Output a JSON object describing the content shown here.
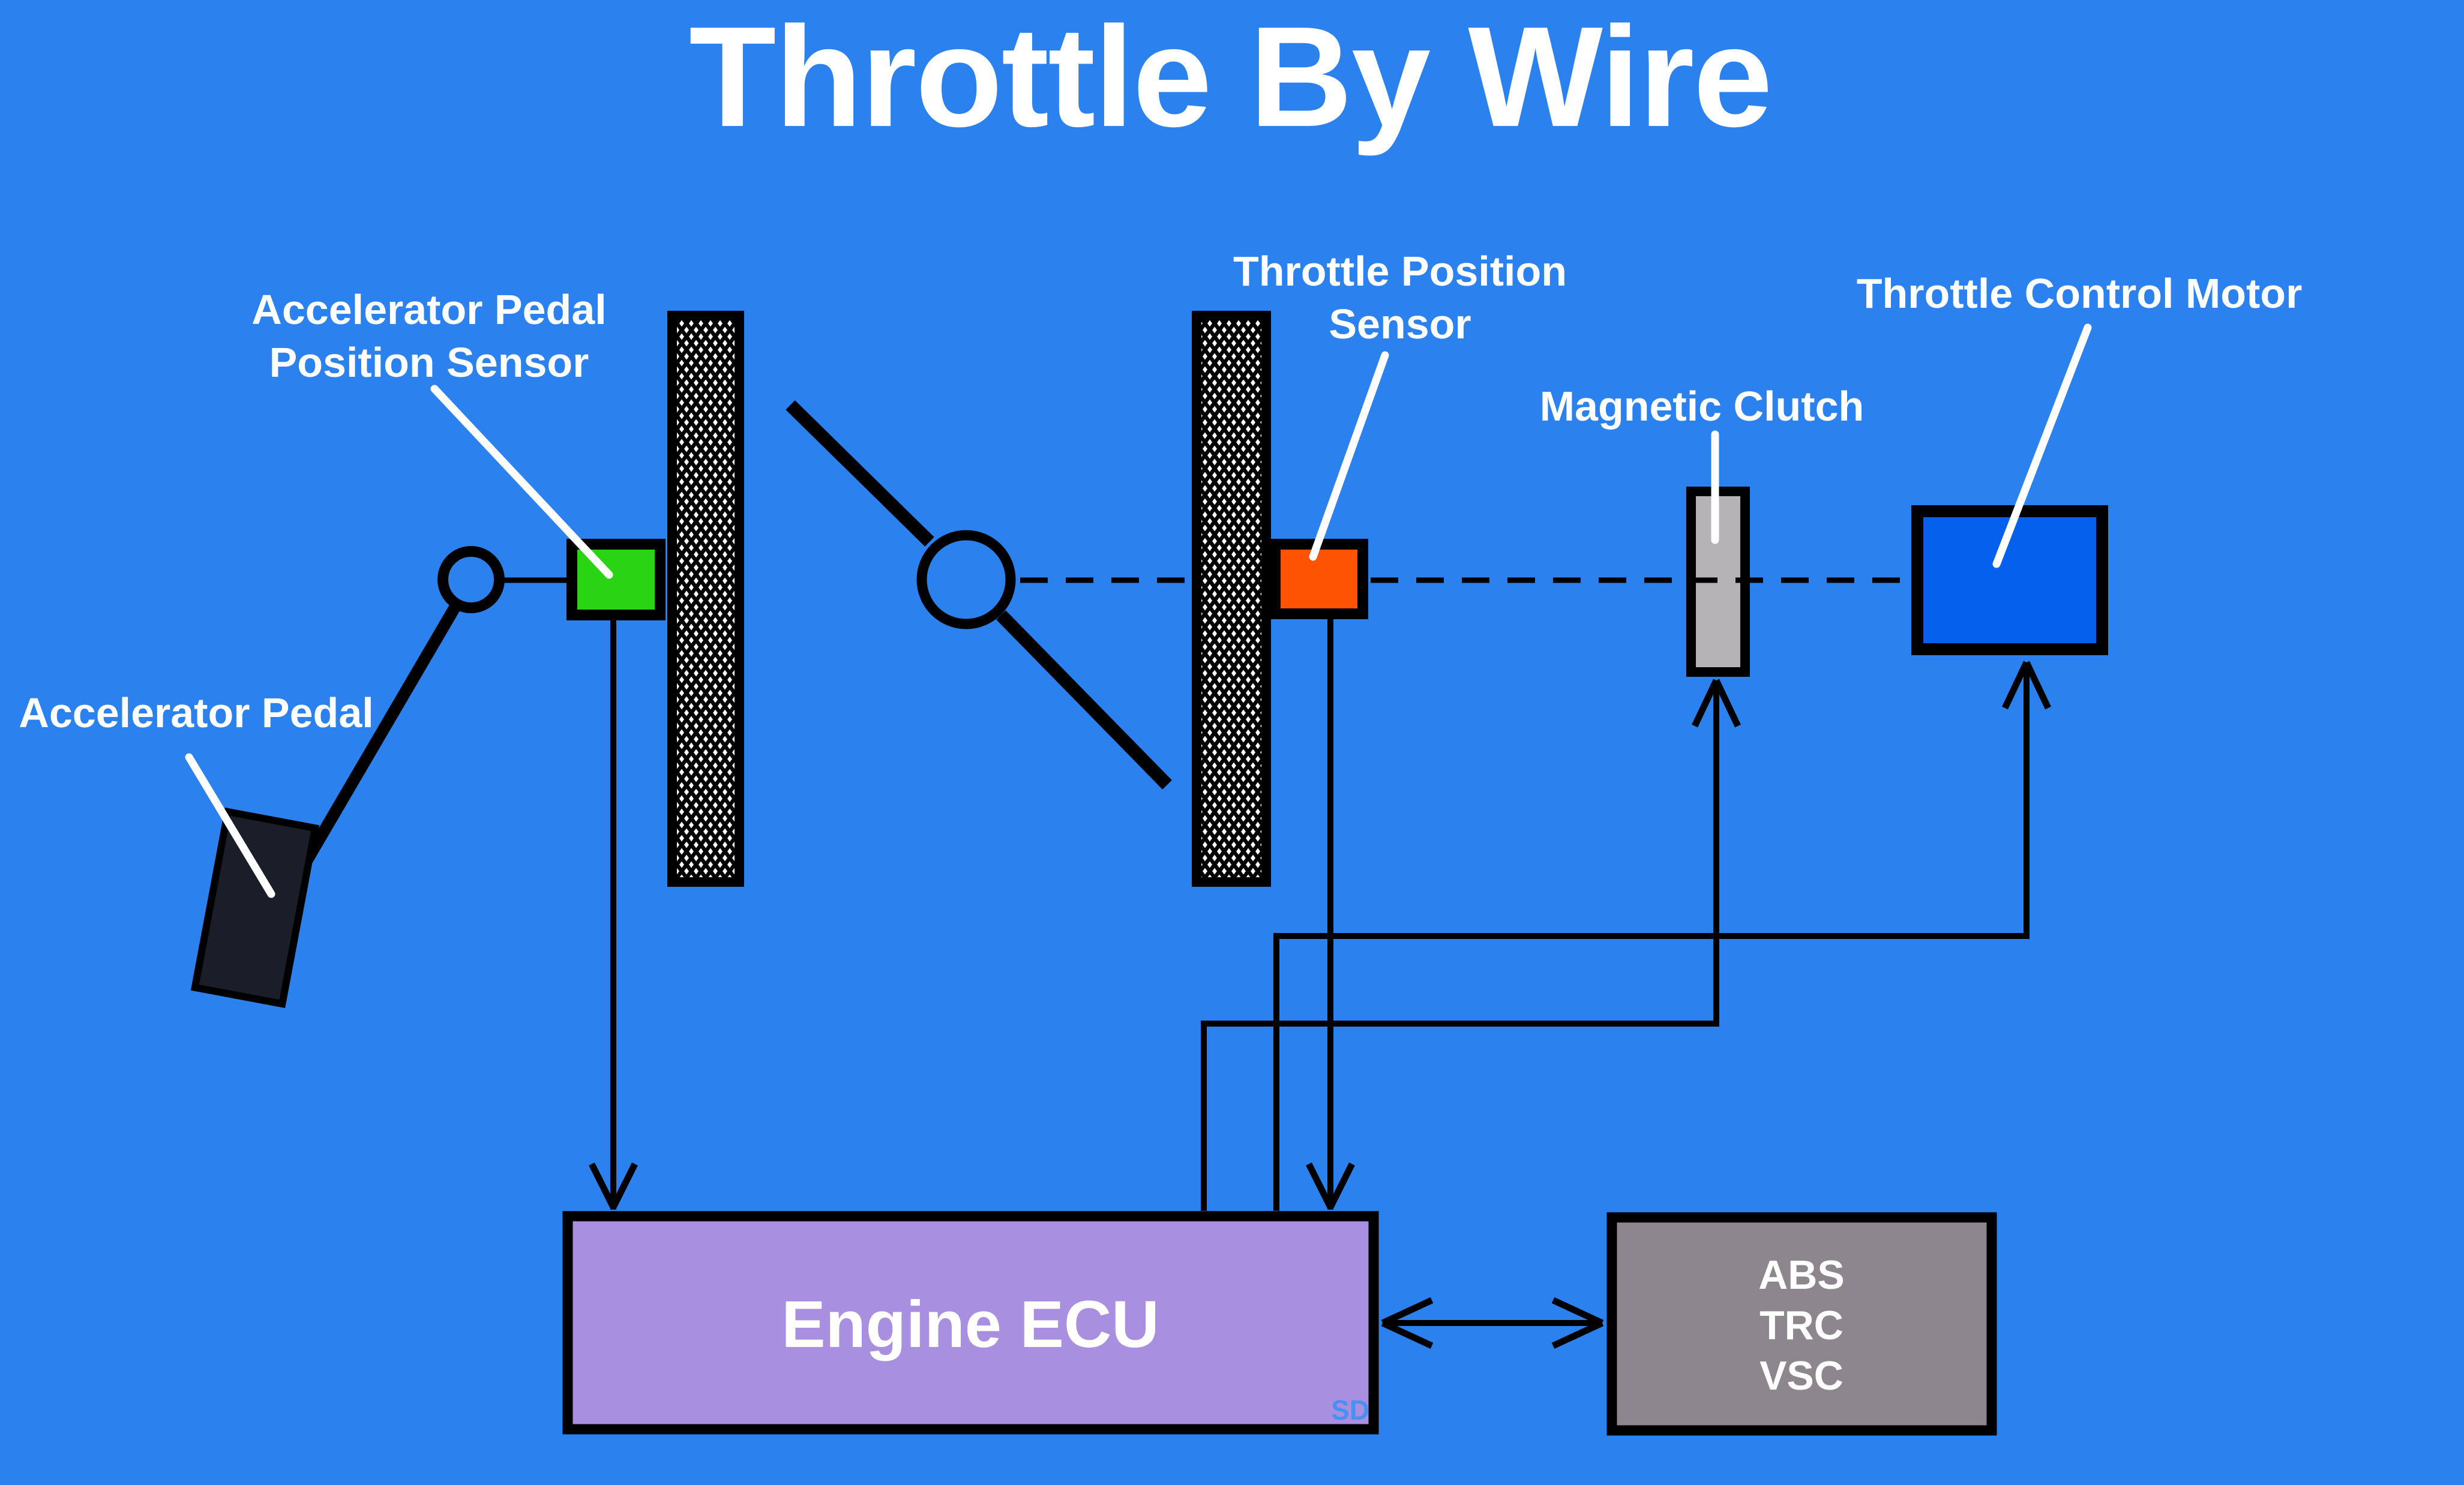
{
  "diagram": {
    "title": "Throttle By Wire",
    "watermark": "SD"
  },
  "labels": {
    "app_sensor_line1": "Accelerator Pedal",
    "app_sensor_line2": "Position Sensor",
    "accelerator_pedal": "Accelerator Pedal",
    "tps_line1": "Throttle Position",
    "tps_line2": "Sensor",
    "magnetic_clutch": "Magnetic Clutch",
    "throttle_control_motor": "Throttle Control Motor",
    "engine_ecu": "Engine ECU",
    "abs_line1": "ABS",
    "abs_line2": "TRC",
    "abs_line3": "VSC"
  },
  "colors": {
    "background": "#2b81ee",
    "panel_white": "#ffffff",
    "sensor_green": "#2bd412",
    "sensor_orange": "#ff5404",
    "motor_blue": "#0560ee",
    "clutch_gray": "#b5b3b5",
    "ecu_purple": "#a88fe0",
    "abs_gray": "#8d868c",
    "pedal_dark": "#191e29",
    "line_black": "#000000",
    "label_white": "#ffffff",
    "watermark_blue": "#4a8ff2"
  }
}
